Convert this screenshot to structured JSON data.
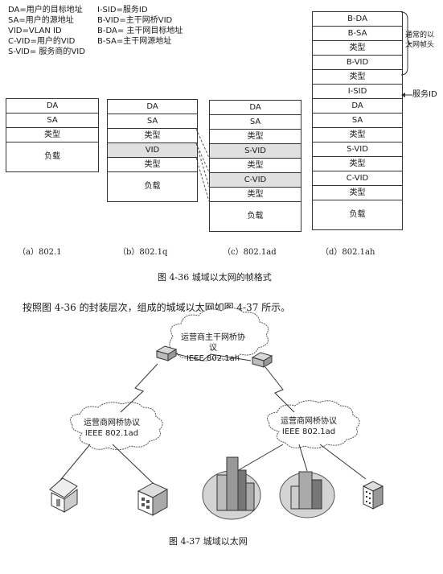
{
  "legend": {
    "left": [
      "DA=用户的目标地址",
      "SA=用户的源地址",
      "VID=VLAN  ID",
      "C-VID=用户的VID",
      "S-VID= 服务商的VID"
    ],
    "right": [
      "I-SID=服务ID",
      "B-VID=主干网桥VID",
      "B-DA= 主干网目标地址",
      "B-SA=主干网源地址"
    ]
  },
  "frames": {
    "a": [
      "DA",
      "SA",
      "类型",
      "负载"
    ],
    "b": [
      "DA",
      "SA",
      "类型",
      "VID",
      "类型",
      "负载"
    ],
    "c": [
      "DA",
      "SA",
      "类型",
      "S-VID",
      "类型",
      "C-VID",
      "类型",
      "负载"
    ],
    "d": [
      "B-DA",
      "B-SA",
      "类型",
      "B-VID",
      "类型",
      "I-SID",
      "DA",
      "SA",
      "类型",
      "S-VID",
      "类型",
      "C-VID",
      "类型",
      "负载"
    ]
  },
  "annotations": {
    "normal_ethernet": [
      "通常的以",
      "太网帧头"
    ],
    "service_id": "服务ID"
  },
  "sub_captions": [
    "（a）802.1",
    "（b）802.1q",
    "（c）802.1ad",
    "（d）802.1ah"
  ],
  "figure_436_caption": "图 4-36    城域以太网的帧格式",
  "paragraph": "按照图 4-36 的封装层次，组成的城域以太网如图 4-37 所示。",
  "clouds": {
    "top": [
      "运营商主干网桥协议",
      "IEEE 802.1ah"
    ],
    "left": [
      "运营商网桥协议",
      "IEEE 802.1ad"
    ],
    "right": [
      "运营商网桥协议",
      "IEEE 802.1ad"
    ]
  },
  "figure_437_caption": "图 4-37    城域以太网"
}
